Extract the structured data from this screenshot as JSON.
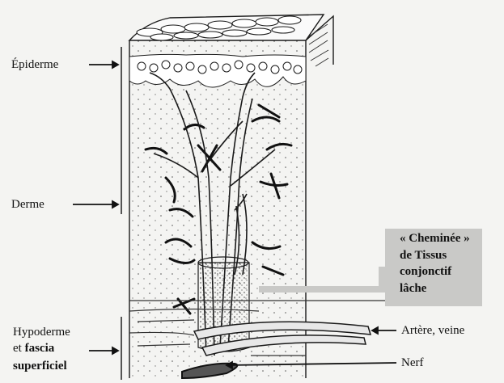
{
  "labels": {
    "epiderme": "Épiderme",
    "derme": "Derme",
    "hypoderme_line1": "Hypoderme",
    "hypoderme_line2_prefix": "et ",
    "hypoderme_line2_bold": "fascia",
    "hypoderme_line3": "superficiel",
    "artere_veine": "Artère, veine",
    "nerf": "Nerf"
  },
  "callout": {
    "line1": "« Cheminée »",
    "line2": "de Tissus",
    "line3": "conjonctif",
    "line4": "lâche"
  },
  "colors": {
    "ink": "#1a1a1a",
    "callout_bg": "#c9c9c7",
    "background": "#f4f4f2"
  }
}
